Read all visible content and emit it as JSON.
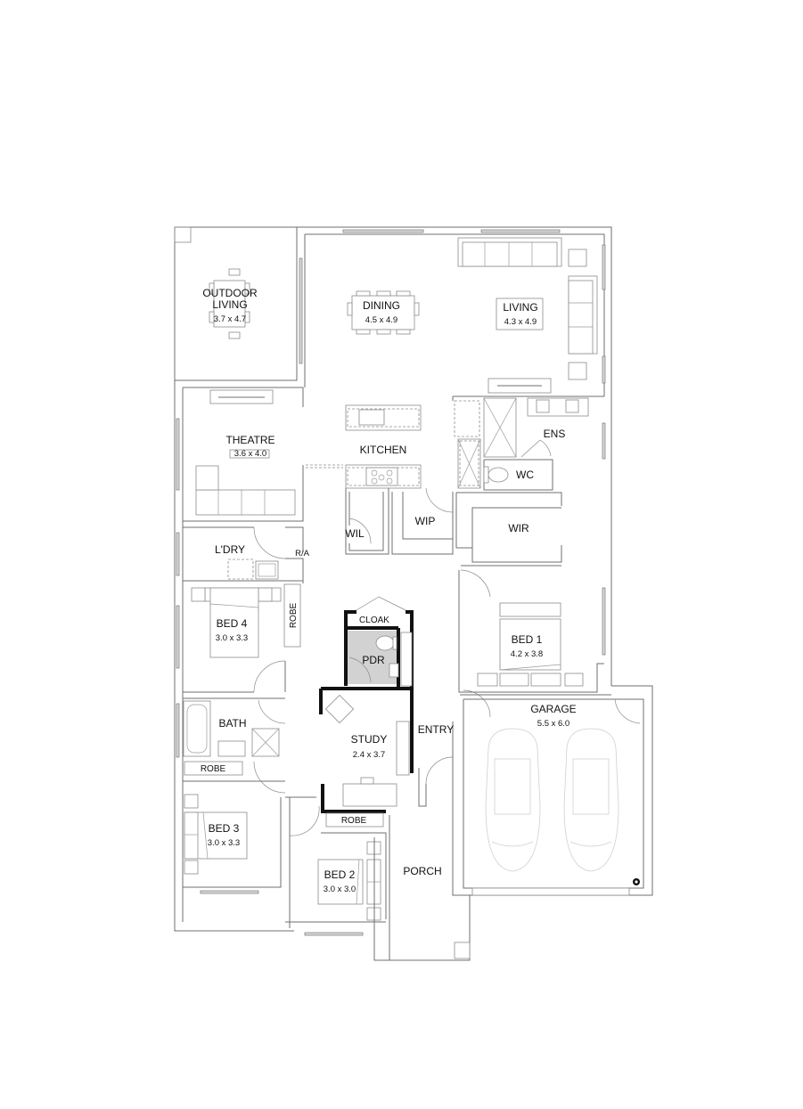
{
  "plan": {
    "rooms": {
      "outdoor_living": {
        "name_line1": "OUTDOOR",
        "name_line2": "LIVING",
        "size": "3.7 x 4.7"
      },
      "dining": {
        "name": "DINING",
        "size": "4.5 x 4.9"
      },
      "living": {
        "name": "LIVING",
        "size": "4.3 x 4.9"
      },
      "theatre": {
        "name": "THEATRE",
        "size": "3.6 x 4.0"
      },
      "kitchen": {
        "name": "KITCHEN"
      },
      "ens": {
        "name": "ENS"
      },
      "wc": {
        "name": "WC"
      },
      "wil": {
        "name": "WIL"
      },
      "wip": {
        "name": "WIP"
      },
      "wir": {
        "name": "WIR"
      },
      "laundry": {
        "name": "L'DRY",
        "note": "R/A"
      },
      "bed4": {
        "name": "BED 4",
        "size": "3.0 x 3.3",
        "robe": "ROBE"
      },
      "cloak": {
        "name": "CLOAK"
      },
      "pdr": {
        "name": "PDR"
      },
      "bed1": {
        "name": "BED 1",
        "size": "4.2 x 3.8"
      },
      "bath": {
        "name": "BATH"
      },
      "study": {
        "name": "STUDY",
        "size": "2.4 x 3.7"
      },
      "entry": {
        "name": "ENTRY"
      },
      "garage": {
        "name": "GARAGE",
        "size": "5.5 x 6.0"
      },
      "bath_robe": {
        "name": "ROBE"
      },
      "bed3": {
        "name": "BED 3",
        "size": "3.0 x 3.3"
      },
      "bed2_robe": {
        "name": "ROBE"
      },
      "bed2": {
        "name": "BED 2",
        "size": "3.0 x 3.0"
      },
      "porch": {
        "name": "PORCH"
      }
    },
    "colors": {
      "wall": "#6f6f6f",
      "feature_wall": "#111111",
      "pdr_fill": "#d2d2d2",
      "window_fill": "#d9d9d9",
      "car_outline": "#d0d0d0"
    }
  }
}
